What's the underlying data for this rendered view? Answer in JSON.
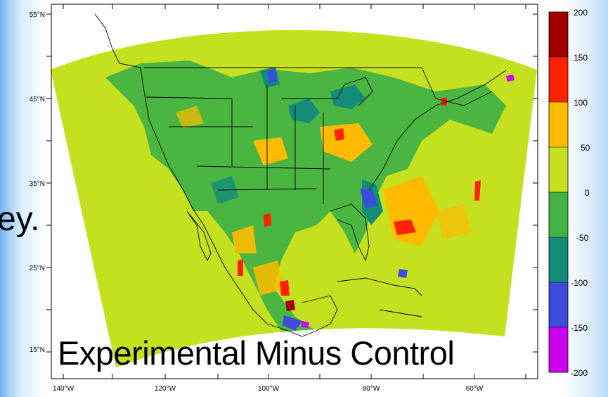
{
  "slide": {
    "background_text_fragment": "ey.",
    "caption": "Experimental Minus Control"
  },
  "map": {
    "lat_labels": [
      "55°N",
      "45°N",
      "35°N",
      "25°N",
      "15°N"
    ],
    "lon_labels": [
      "140°W",
      "120°W",
      "100°W",
      "80°W",
      "60°W"
    ],
    "region": "North America",
    "field": "experimental minus control difference"
  },
  "colorbar": {
    "labels": [
      "200",
      "150",
      "100",
      "50",
      "0",
      "-50",
      "-100",
      "-150",
      "-200"
    ],
    "colors": [
      "#a00000",
      "#ff2200",
      "#ffbb00",
      "#c4e01e",
      "#43b243",
      "#138c7a",
      "#3c4cdc",
      "#cc00ee"
    ]
  },
  "colors": {
    "ocean_field": "#c4e01e",
    "land_field": "#43b243",
    "map_frame": "#000000",
    "slide_background": "#a9d3f8"
  }
}
